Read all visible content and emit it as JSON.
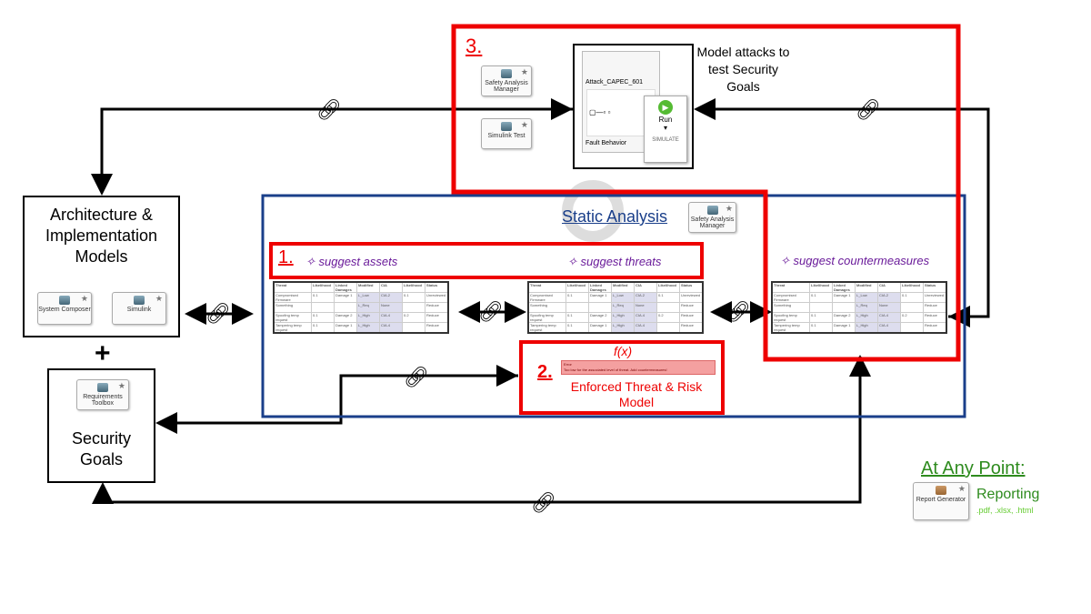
{
  "architecture_box": {
    "title": "Architecture & Implementation Models",
    "tools": [
      "System Composer",
      "Simulink"
    ]
  },
  "plus": "+",
  "security_goals_box": {
    "title": "Security Goals",
    "tool": "Requirements Toolbox"
  },
  "step3": {
    "number": "3.",
    "tools": [
      "Safety Analysis Manager",
      "Simulink Test"
    ],
    "description": "Model attacks to test Security Goals",
    "sim": {
      "block_name": "Attack_CAPEC_601",
      "tab": "Fault Behavior",
      "run": "Run",
      "group": "SIMULATE"
    }
  },
  "static_analysis": {
    "title": "Static Analysis",
    "tool": "Safety Analysis Manager"
  },
  "step1": {
    "number": "1.",
    "suggest_assets": "suggest assets",
    "suggest_threats": "suggest threats"
  },
  "suggest_countermeasures": "suggest countermeasures",
  "step2": {
    "number": "2.",
    "fx": "f(x)",
    "error_title": "Error",
    "error_text": "Too low for the associated level of threat. Add countermeasures!",
    "label": "Enforced Threat & Risk Model"
  },
  "table": {
    "headers": [
      "Threat",
      "Likelihood",
      "Linked Damages",
      "Modified",
      "CIA",
      "Likelihood",
      "Status"
    ],
    "rows": [
      [
        "Compromised Firmware",
        "0.1",
        "Damage 1",
        "L_Low",
        "CIA.2",
        "0.1",
        "Unreviewed"
      ],
      [
        "Something",
        "",
        "",
        "L_Req",
        "None",
        "",
        "Reduce"
      ],
      [
        "Spoofing temp request",
        "0.1",
        "Damage 2",
        "L_High",
        "CIA.4",
        "0.2",
        "Reduce"
      ],
      [
        "Tampering temp request",
        "0.1",
        "Damage 1",
        "L_High",
        "CIA.4",
        "",
        "Reduce"
      ]
    ]
  },
  "any_point": {
    "title": "At Any Point:",
    "tool": "Report Generator",
    "label": "Reporting",
    "formats": ".pdf, .xlsx, .html"
  },
  "colors": {
    "red": "#ee0000",
    "blue": "#1a3f8a",
    "green": "#2e8b1e",
    "purple": "#6a1b9a"
  }
}
